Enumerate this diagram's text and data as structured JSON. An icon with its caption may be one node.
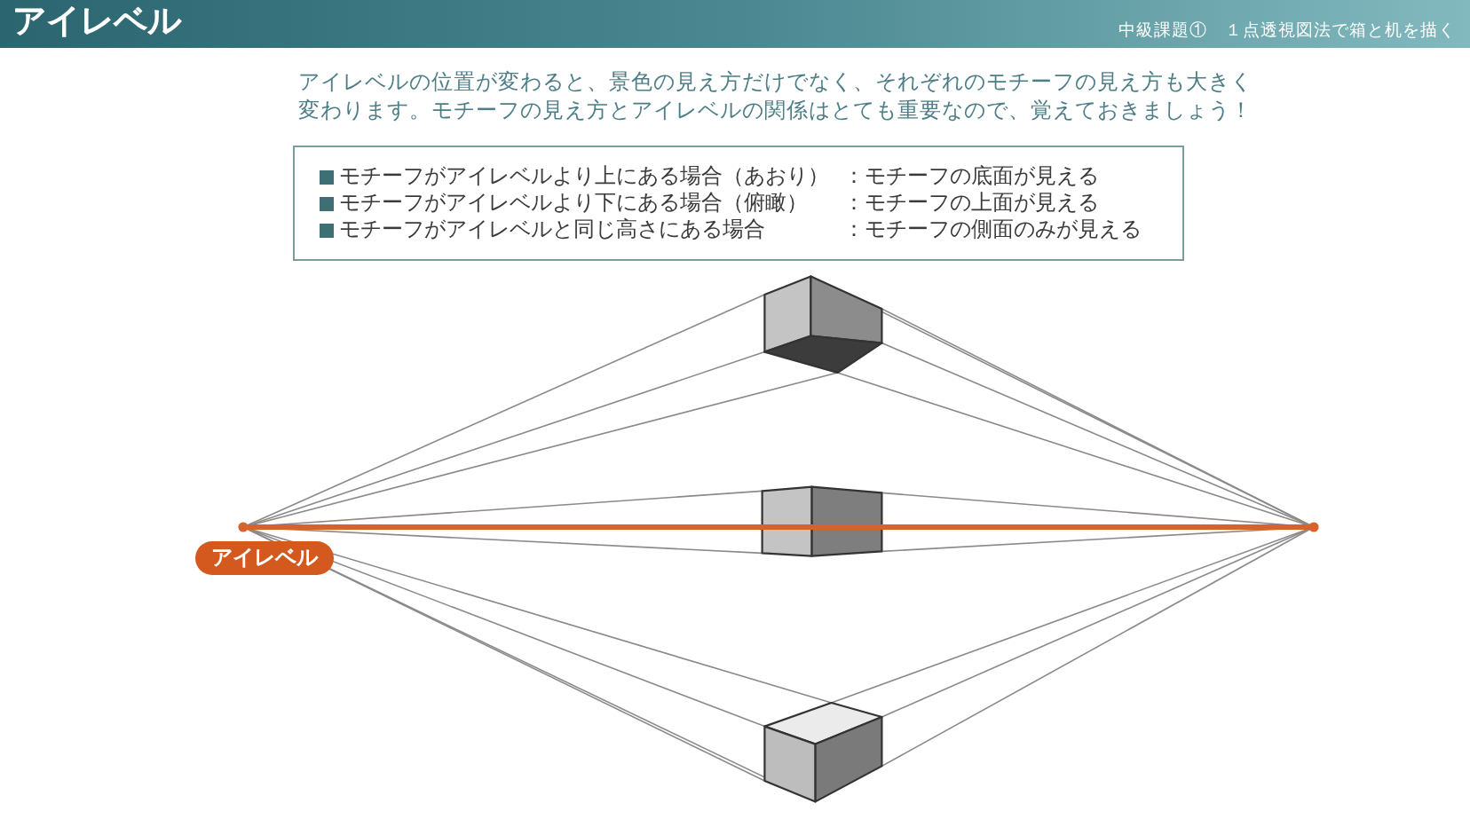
{
  "diagram": {
    "title": "アイレベル",
    "nodes": [
      {
        "text": [
          "モチーフがアイレベルより上にある場合（あおり）",
          "：モチーフの底面が見える",
          "モチーフがアイレベルより下にある場合（俯瞰）",
          "：モチーフの上面が見える",
          "モチーフがアイレベルと同じ高さにある場合",
          "：モチーフの側面のみが見える"
        ]
      },
      {
        "text": [
          "アイレベル"
        ]
      }
    ],
    "labels": [
      "中級課題①　１点透視図法で箱と机を描く",
      "アイレベルの位置が変わると、景色の見え方だけでなく、それぞれのモチーフの見え方も大きく変わります。モチーフの見え方とアイレベルの関係はとても重要なので、覚えておきましょう！"
    ]
  }
}
